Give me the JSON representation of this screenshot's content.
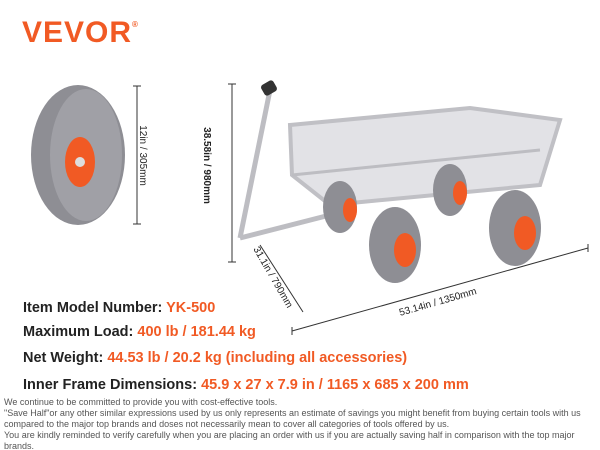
{
  "brand": {
    "logo": "VEVOR",
    "mark": "®"
  },
  "dimensions": {
    "wheel_diameter": "12in / 305mm",
    "height": "38.58in / 980mm",
    "width": "31.1in / 790mm",
    "length": "53.14in / 1350mm"
  },
  "specs": [
    {
      "label": "Item Model Number: ",
      "value": "YK-500"
    },
    {
      "label": "Maximum Load: ",
      "value": "400 lb / 181.44 kg"
    },
    {
      "label": "Net Weight: ",
      "value": "44.53 lb / 20.2 kg (including all accessories)"
    },
    {
      "label": "Inner Frame Dimensions:  ",
      "value": "45.9 x 27 x 7.9 in / 1165 x 685 x 200 mm"
    }
  ],
  "disclaimer": [
    "We continue to be committed to provide you with cost-effective tools.",
    "\"Save Half\"or any other similar expressions used by us only represents an estimate of savings you might benefit from buying certain tools with us",
    "compared to the major top brands and doses not necessarily mean to cover all categories of tools offered by us.",
    "You are kindly reminded to verify carefully when you are placing an order with us if you are actually saving half in comparison with the top major brands."
  ],
  "colors": {
    "accent": "#f15a24",
    "wheel": "#8e8e94",
    "frame": "#c8c8cc"
  }
}
